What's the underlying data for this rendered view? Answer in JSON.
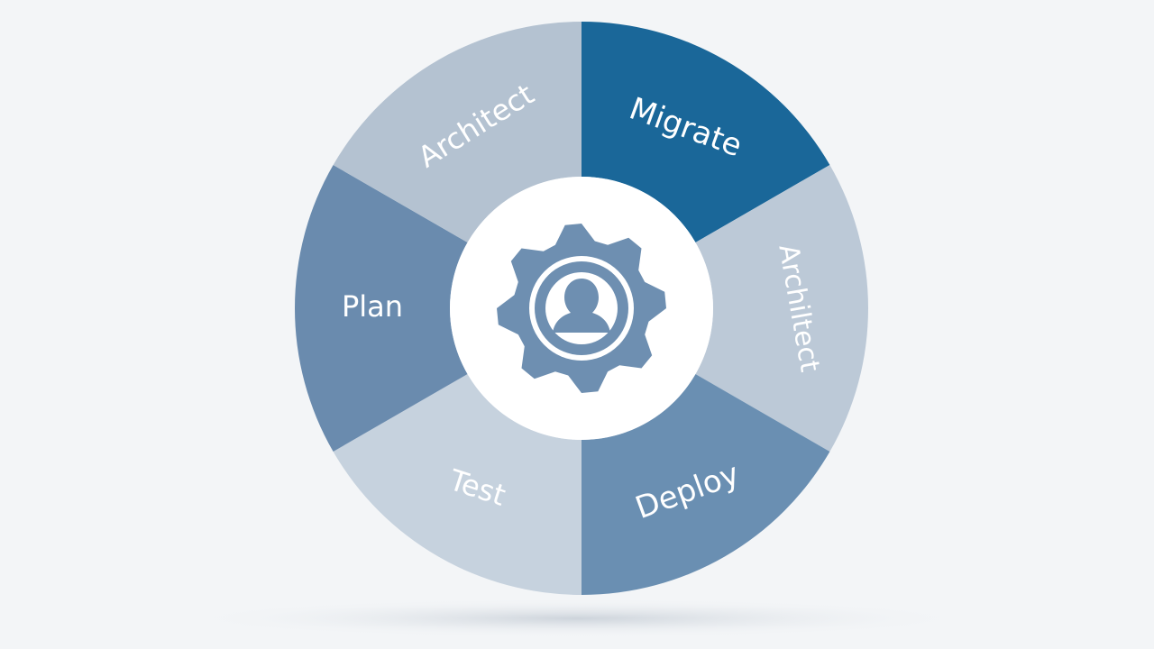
{
  "diagram": {
    "segments": [
      {
        "label": "Migrate",
        "color": "#1a6799"
      },
      {
        "label": "Archiltect",
        "color": "#bcc9d7"
      },
      {
        "label": "Deploy",
        "color": "#6a8fb2"
      },
      {
        "label": "Test",
        "color": "#c6d2de"
      },
      {
        "label": "Plan",
        "color": "#6a8bae"
      },
      {
        "label": "Architect",
        "color": "#b4c2d1"
      }
    ],
    "center": {
      "icon": "gear-user-icon",
      "fill": "#ffffff",
      "icon_color": "#6e8fb1"
    }
  }
}
